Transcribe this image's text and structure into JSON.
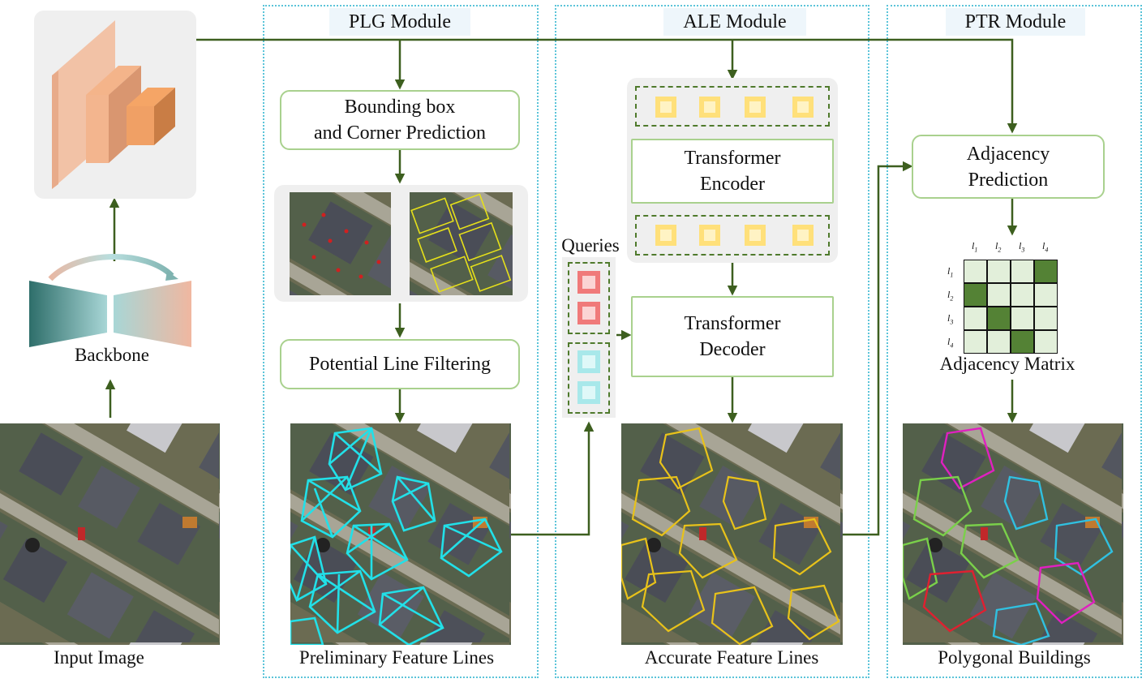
{
  "modules": {
    "plg": "PLG Module",
    "ale": "ALE Module",
    "ptr": "PTR Module"
  },
  "boxes": {
    "bbox_pred_line1": "Bounding box",
    "bbox_pred_line2": "and Corner Prediction",
    "line_filter": "Potential Line Filtering",
    "encoder_line1": "Transformer",
    "encoder_line2": "Encoder",
    "decoder_line1": "Transformer",
    "decoder_line2": "Decoder",
    "adjacency_line1": "Adjacency",
    "adjacency_line2": "Prediction"
  },
  "labels": {
    "backbone": "Backbone",
    "queries": "Queries",
    "adjacency_matrix": "Adjacency Matrix"
  },
  "captions": {
    "input": "Input Image",
    "preliminary": "Preliminary Feature Lines",
    "accurate": "Accurate Feature Lines",
    "polygonal": "Polygonal Buildings"
  },
  "matrix": {
    "col_labels": [
      "l1",
      "l2",
      "l3",
      "l4"
    ],
    "row_labels": [
      "l1",
      "l2",
      "l3",
      "l4"
    ],
    "cells": [
      [
        0,
        0,
        0,
        1
      ],
      [
        1,
        0,
        0,
        0
      ],
      [
        0,
        1,
        0,
        0
      ],
      [
        0,
        0,
        1,
        0
      ]
    ],
    "on_color": "#548235",
    "off_color": "#e2efda"
  },
  "colors": {
    "arrow": "#3d5f1f",
    "box_border": "#a9d18e",
    "module_border": "#5bc4d9",
    "preliminary_lines": "#22e0e8",
    "accurate_lines": "#e8c21a",
    "polygon_magenta": "#e020c0",
    "polygon_cyan": "#30c0e0",
    "polygon_green": "#7ad04a",
    "polygon_red": "#e02030"
  }
}
